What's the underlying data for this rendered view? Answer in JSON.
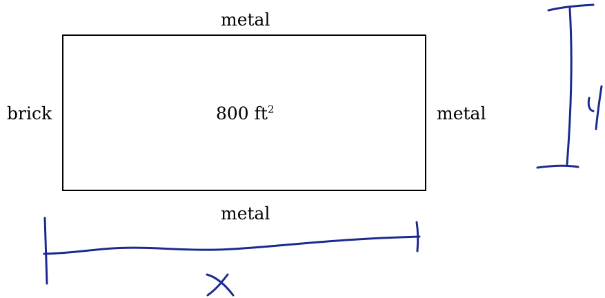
{
  "diagram": {
    "walls": {
      "top": "metal",
      "bottom": "metal",
      "left": "brick",
      "right": "metal"
    },
    "area": {
      "value": "800 ft",
      "exponent": "2"
    },
    "dimensions": {
      "width_var": "x",
      "height_var": "y"
    },
    "colors": {
      "rectangle": "#000000",
      "handwriting": "#1a2a8f"
    }
  }
}
